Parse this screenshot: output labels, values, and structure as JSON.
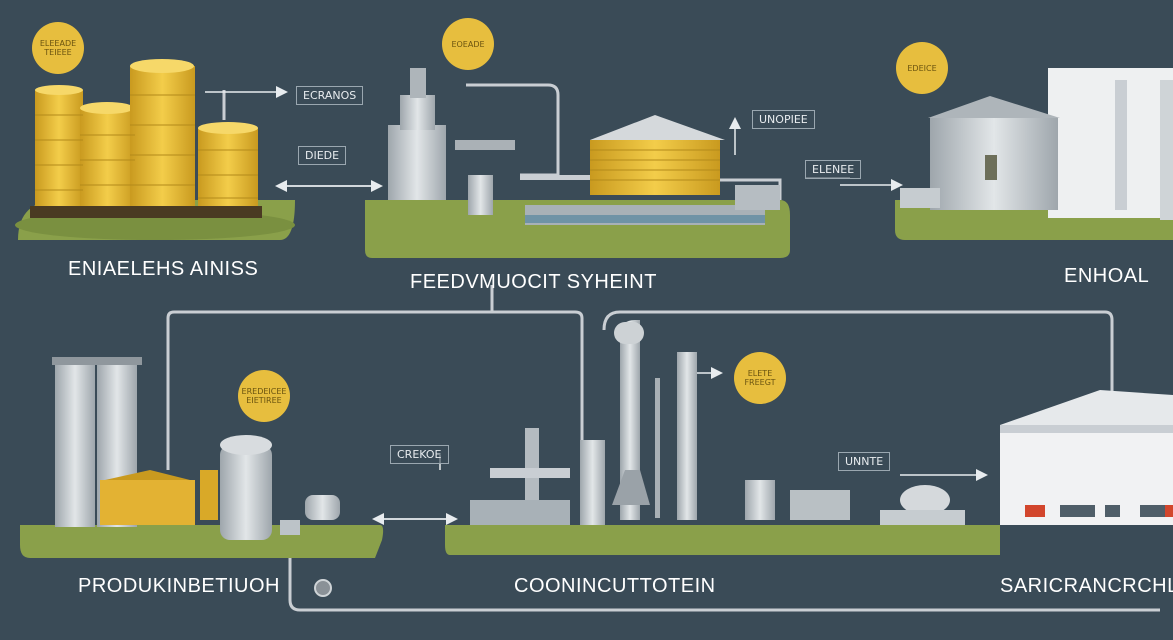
{
  "stages": {
    "top_left": {
      "label": "ENIAELEHS AINISS",
      "tag_top": "ECRANOS",
      "tag_bottom": "DIEDE",
      "badge": "ELEEADE TEIEEE"
    },
    "top_center": {
      "label": "FEEDVMUOCIT SYHEINT",
      "badge": "EOEADE",
      "tag": "UNOPIEE"
    },
    "top_right": {
      "label": "ENHOAL",
      "tag": "ELENEE",
      "badge": "EDEICE"
    },
    "bottom_left": {
      "label": "PRODUKINBETIUOH",
      "badge": "EREDEICEE EIETIREE"
    },
    "bottom_center": {
      "label": "COONINCUTTOTEIN",
      "tag": "CREKOE",
      "badge": "ELETE FREEGT"
    },
    "bottom_right": {
      "label": "SARICRANCRCHL",
      "tag": "UNNTE"
    }
  },
  "colors": {
    "background": "#3a4b57",
    "grass": "#8aa04a",
    "tank_yellow": "#e9bc3a",
    "steel": "#c7ccd0",
    "pipe": "#c9ced3",
    "badge": "#e7be3e"
  }
}
